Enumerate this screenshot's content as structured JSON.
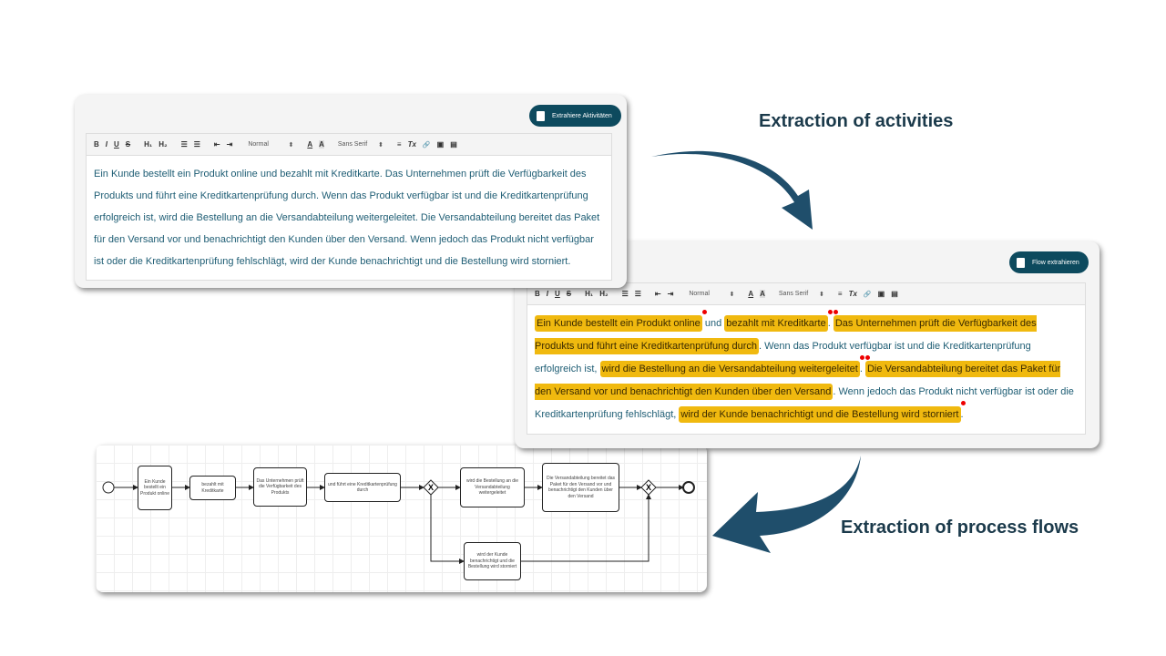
{
  "titles": {
    "activities": "Extraction of activities",
    "flows": "Extraction of process flows"
  },
  "panel1": {
    "button": "Extrahiere Aktivitäten",
    "toolbar": {
      "b": "B",
      "i": "I",
      "u": "U",
      "s": "S",
      "h1": "H₁",
      "h2": "H₂",
      "ol": "☰",
      "ul": "☰",
      "out": "⇤",
      "in": "⇥",
      "size": "Normal",
      "color": "A",
      "bg": "A",
      "font": "Sans Serif",
      "align": "≡",
      "clear": "Tx",
      "link": "🔗",
      "image": "▣",
      "video": "▤"
    },
    "text": "Ein Kunde bestellt ein Produkt online und bezahlt mit Kreditkarte. Das Unternehmen prüft die Verfügbarkeit des Produkts und führt eine Kreditkartenprüfung durch. Wenn das Produkt verfügbar ist und die Kreditkartenprüfung erfolgreich ist, wird die Bestellung an die Versandabteilung weitergeleitet. Die Versandabteilung bereitet das Paket für den Versand vor und benachrichtigt den Kunden über den Versand. Wenn jedoch das Produkt nicht verfügbar ist oder die Kreditkartenprüfung fehlschlägt, wird der Kunde benachrichtigt und die Bestellung wird storniert."
  },
  "panel2": {
    "button": "Flow extrahieren",
    "segments": [
      {
        "t": "Ein Kunde bestellt ein Produkt online",
        "hl": true
      },
      {
        "t": " und ",
        "hl": false
      },
      {
        "t": "bezahlt mit Kreditkarte",
        "hl": true
      },
      {
        "t": ". ",
        "hl": false
      },
      {
        "t": "Das Unternehmen prüft die Verfügbarkeit des Produkts und führt eine Kreditkartenprüfung durch",
        "hl": true
      },
      {
        "t": ". Wenn das Produkt verfügbar ist und die Kreditkartenprüfung erfolgreich ist, ",
        "hl": false
      },
      {
        "t": "wird die Bestellung an die Versandabteilung weitergeleitet",
        "hl": true
      },
      {
        "t": ". ",
        "hl": false
      },
      {
        "t": "Die Versandabteilung bereitet das Paket für den Versand vor und benachrichtigt den Kunden über den Versand",
        "hl": true
      },
      {
        "t": ". Wenn jedoch das Produkt nicht verfügbar ist oder die Kreditkartenprüfung fehlschlägt, ",
        "hl": false
      },
      {
        "t": "wird der Kunde benachrichtigt und die Bestellung wird storniert",
        "hl": true
      },
      {
        "t": ".",
        "hl": false
      }
    ]
  },
  "diagram": {
    "tasks": [
      "Ein Kunde bestellt ein Produkt online",
      "bezahlt mit Kreditkarte",
      "Das Unternehmen prüft die Verfügbarkeit des Produkts",
      "und führt eine Kreditkartenprüfung durch",
      "wird die Bestellung an die Versandabteilung weitergeleitet",
      "Die Versandabteilung bereitet das Paket für den Versand vor und benachrichtigt den Kunden über den Versand",
      "wird der Kunde benachrichtigt und die Bestellung wird storniert"
    ],
    "gateway": "X"
  },
  "colors": {
    "accent": "#0d4a5e",
    "highlight": "#f0b90f",
    "arrow": "#1f4e6b"
  }
}
